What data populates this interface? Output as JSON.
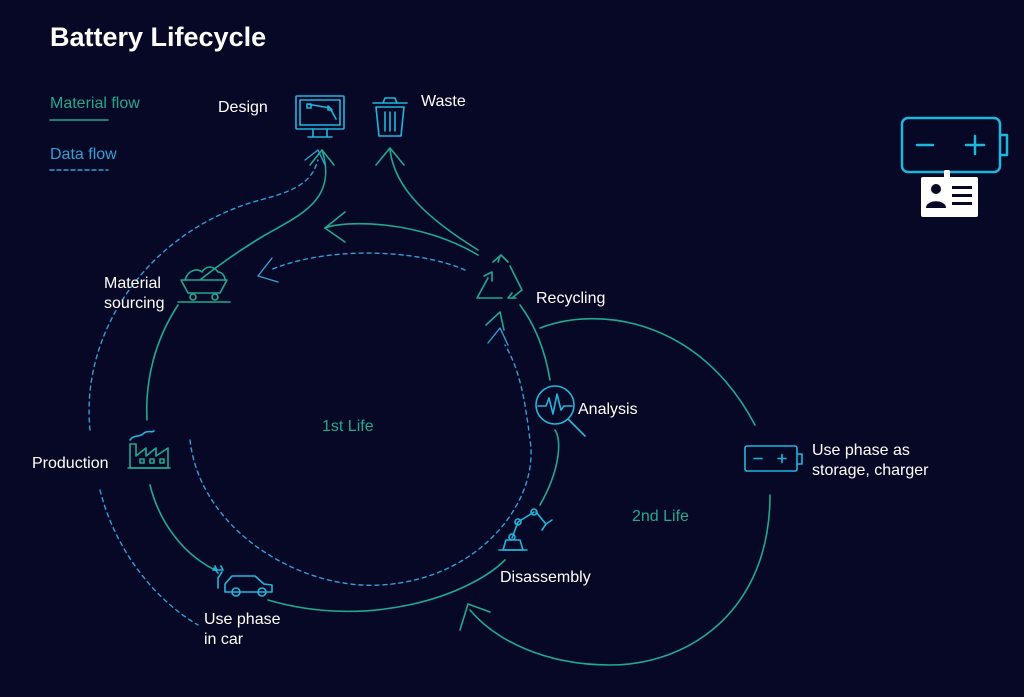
{
  "title": "Battery Lifecycle",
  "legend": {
    "material_flow": "Material flow",
    "data_flow": "Data flow"
  },
  "colors": {
    "background": "#070825",
    "material_flow": "#1fa98f",
    "data_flow": "#2f9fd6",
    "icon_cyan": "#1fb6dd",
    "text": "#ffffff"
  },
  "nodes": {
    "design": "Design",
    "waste": "Waste",
    "material_sourcing": "Material\nsourcing",
    "recycling": "Recycling",
    "analysis": "Analysis",
    "production": "Production",
    "use_phase_car": "Use phase\nin car",
    "disassembly": "Disassembly",
    "use_phase_storage": "Use phase as\nstorage, charger"
  },
  "lives": {
    "first": "1st Life",
    "second": "2nd Life"
  },
  "icons": {
    "design": "monitor-design-icon",
    "waste": "trash-bin-icon",
    "material_sourcing": "mining-cart-icon",
    "recycling": "recycle-icon",
    "analysis": "magnifier-waveform-icon",
    "production": "factory-icon",
    "use_phase_car": "electric-car-icon",
    "disassembly": "robot-arm-icon",
    "use_phase_storage": "battery-icon",
    "battery_passport": "battery-passport-icon"
  }
}
